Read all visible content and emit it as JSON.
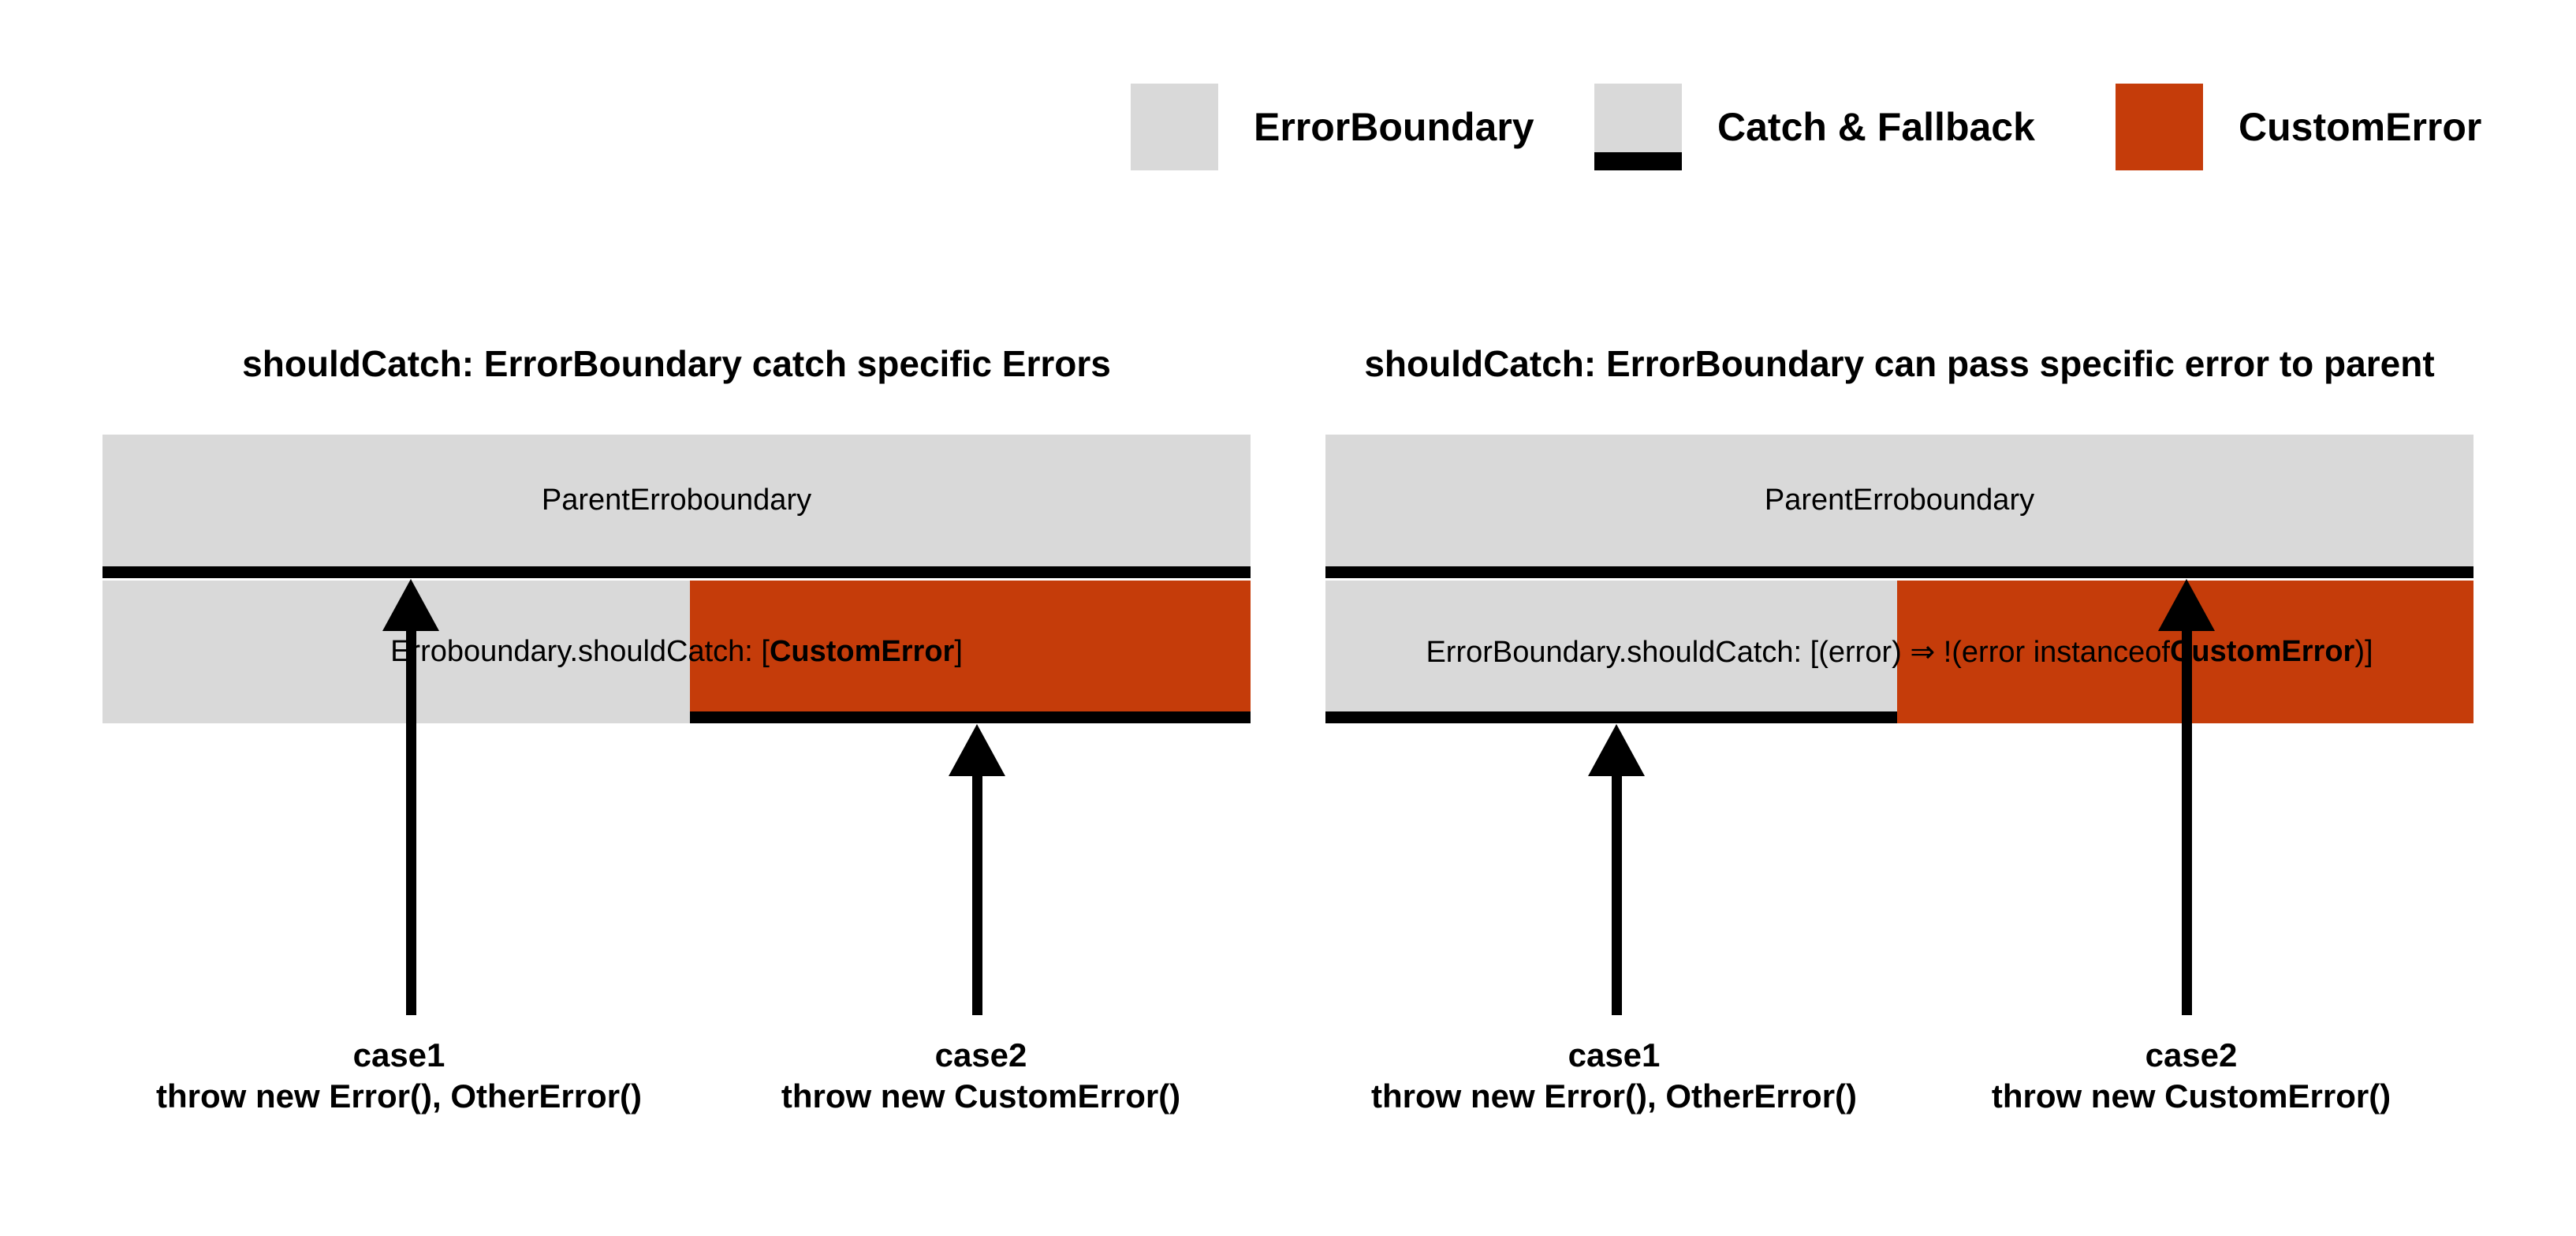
{
  "legend": {
    "items": [
      {
        "label": "ErrorBoundary"
      },
      {
        "label": "Catch & Fallback"
      },
      {
        "label": "CustomError"
      }
    ]
  },
  "diagrams": [
    {
      "title": "shouldCatch: ErrorBoundary catch specific Errors",
      "parent_label": "ParentErroboundary",
      "child_label": {
        "prefix": "Erroboundary.shouldCatch: [",
        "bold": "CustomError",
        "suffix": "]"
      },
      "cases": [
        {
          "name": "case1",
          "code": "throw new Error(), OtherError()"
        },
        {
          "name": "case2",
          "code": "throw new CustomError()"
        }
      ]
    },
    {
      "title": "shouldCatch: ErrorBoundary can pass specific error to parent",
      "parent_label": "ParentErroboundary",
      "child_label": {
        "prefix": "ErrorBoundary.shouldCatch: [(error) ⇒ !(error instanceof ",
        "bold": "CustomError",
        "suffix": ")]"
      },
      "cases": [
        {
          "name": "case1",
          "code": "throw new Error(), OtherError()"
        },
        {
          "name": "case2",
          "code": "throw new CustomError()"
        }
      ]
    }
  ],
  "colors": {
    "boundary_gray": "#d9d9d9",
    "custom_error_orange": "#c53c0a",
    "catch_line_black": "#000000"
  }
}
